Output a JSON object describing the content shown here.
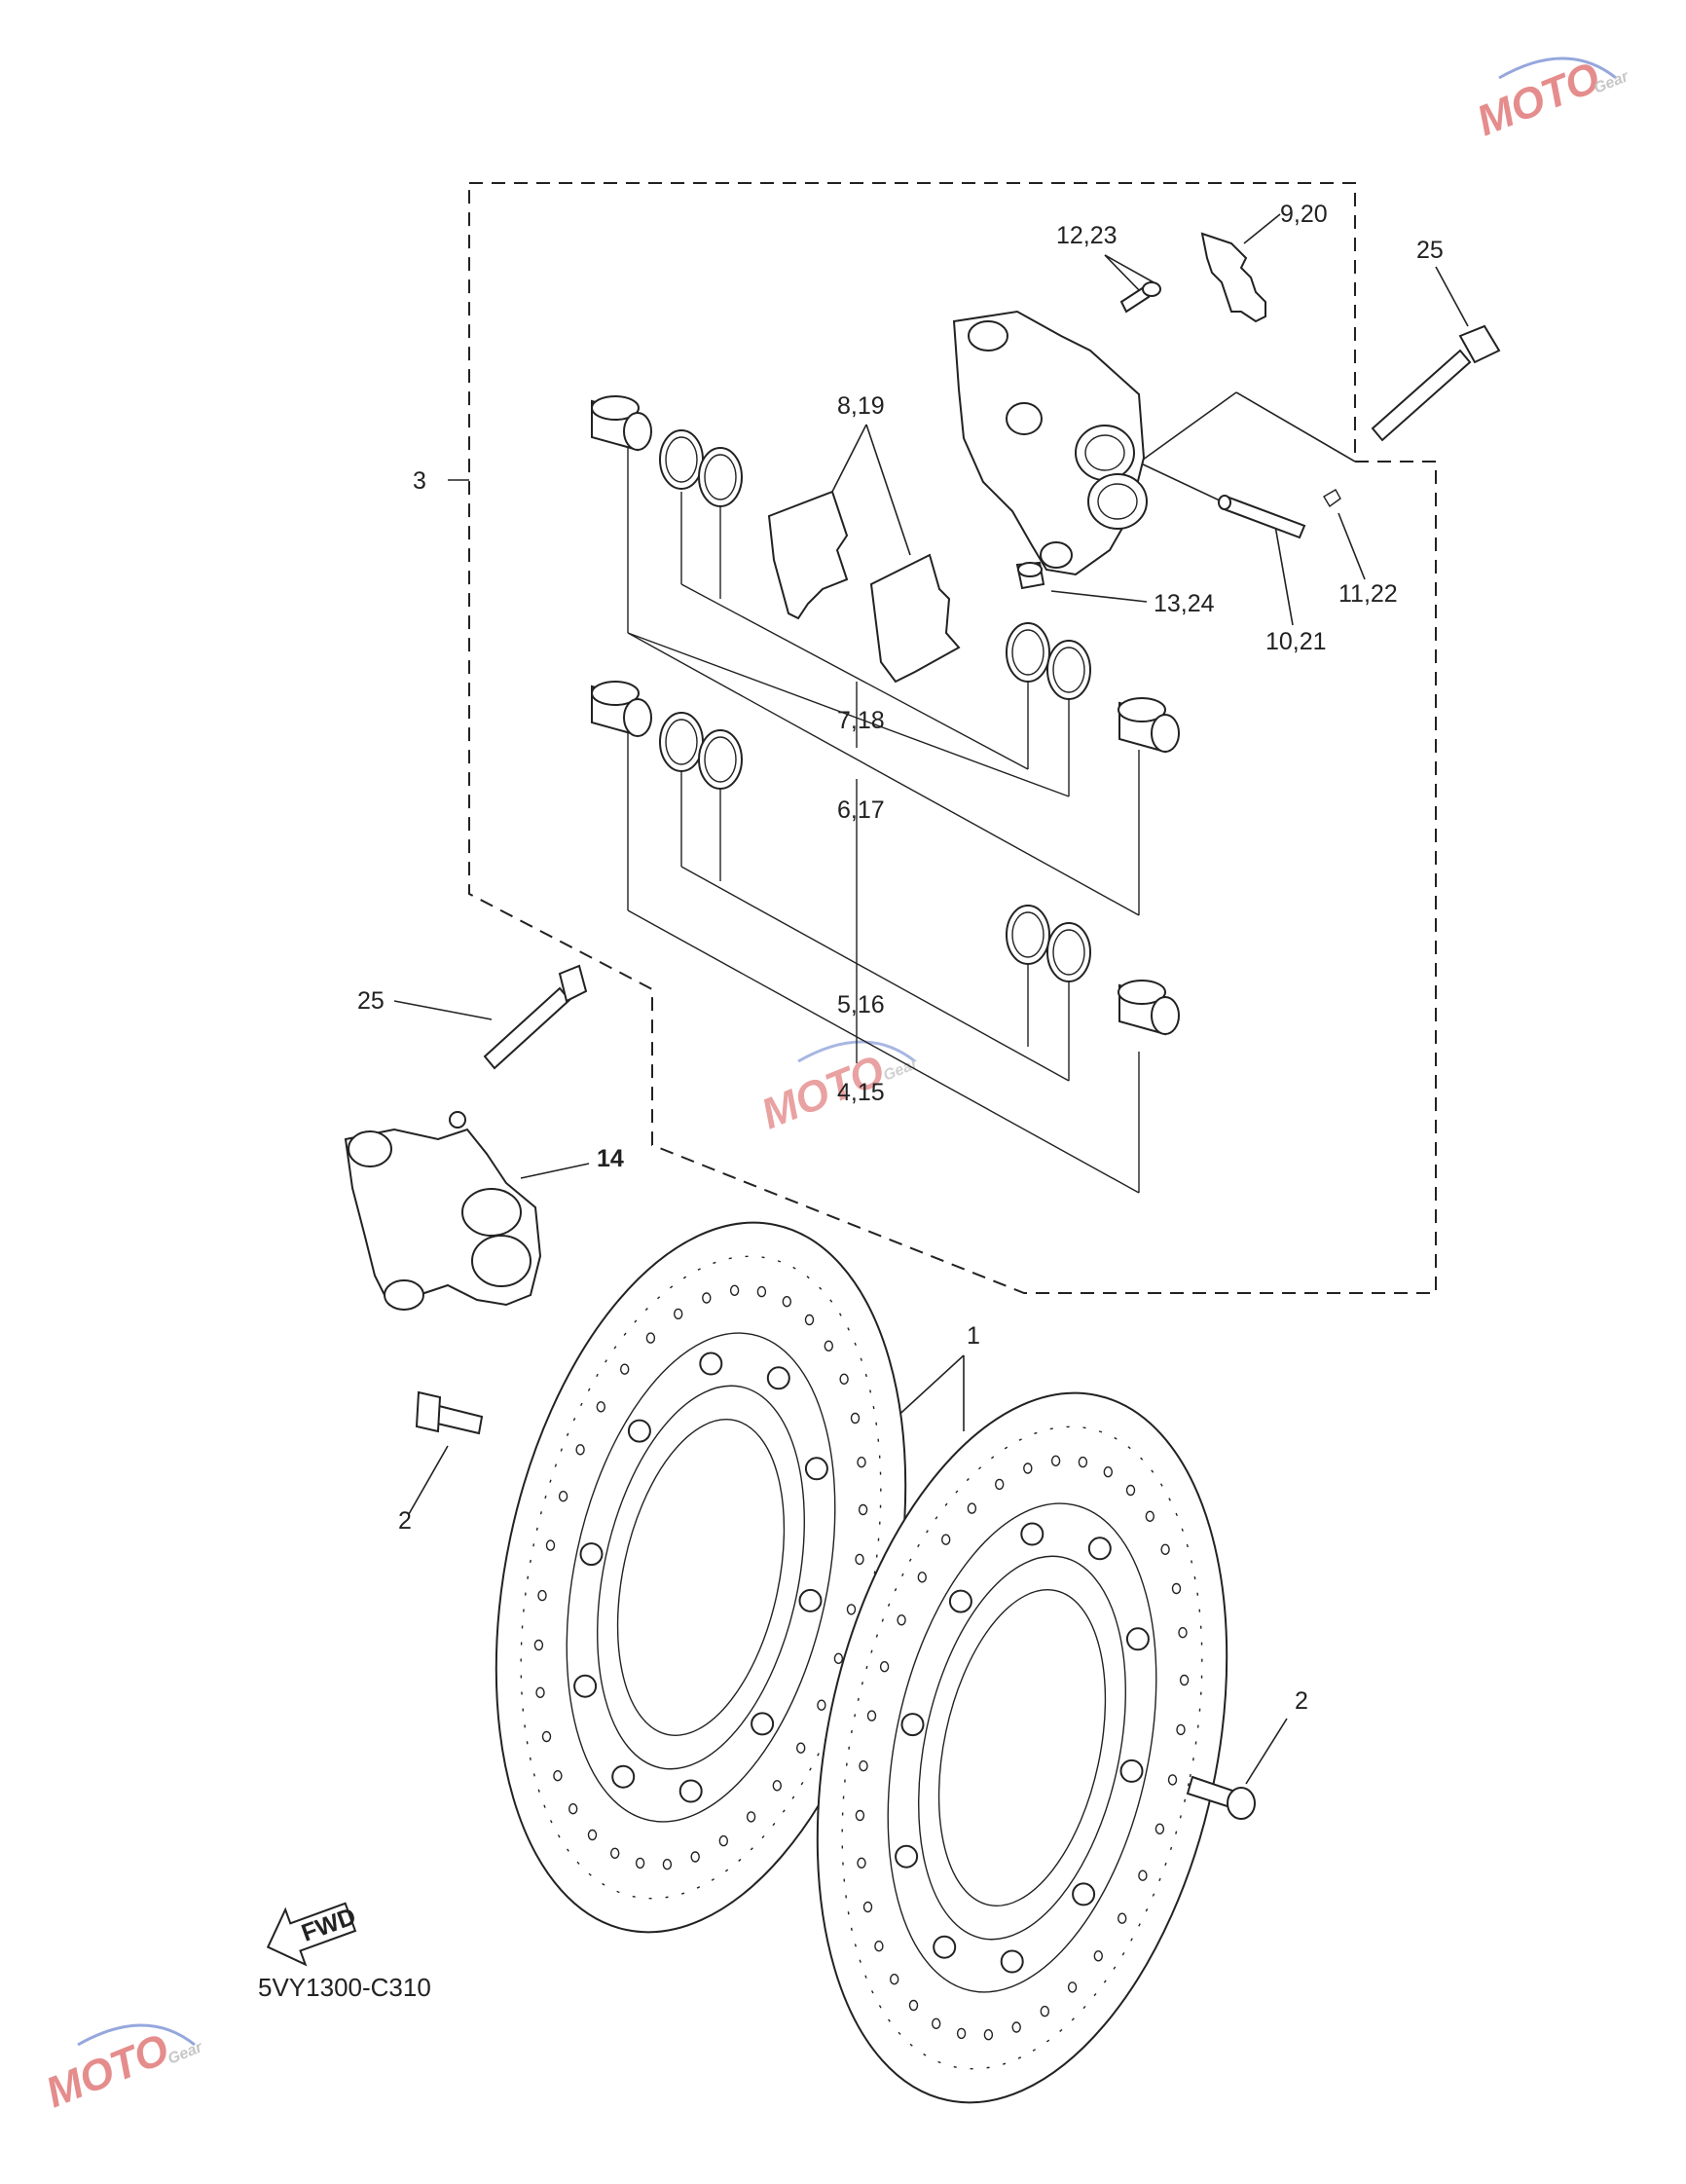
{
  "diagram_code": "5VY1300-C310",
  "fwd_label": "FWD",
  "watermark": {
    "text": "MOTO",
    "sub": "Gear"
  },
  "callouts": {
    "c1": "1",
    "c2a": "2",
    "c2b": "2",
    "c3": "3",
    "c4_15": "4,15",
    "c5_16": "5,16",
    "c6_17": "6,17",
    "c7_18": "7,18",
    "c8_19": "8,19",
    "c9_20": "9,20",
    "c10_21": "10,21",
    "c11_22": "11,22",
    "c12_23": "12,23",
    "c13_24": "13,24",
    "c14": "14",
    "c25a": "25",
    "c25b": "25"
  }
}
